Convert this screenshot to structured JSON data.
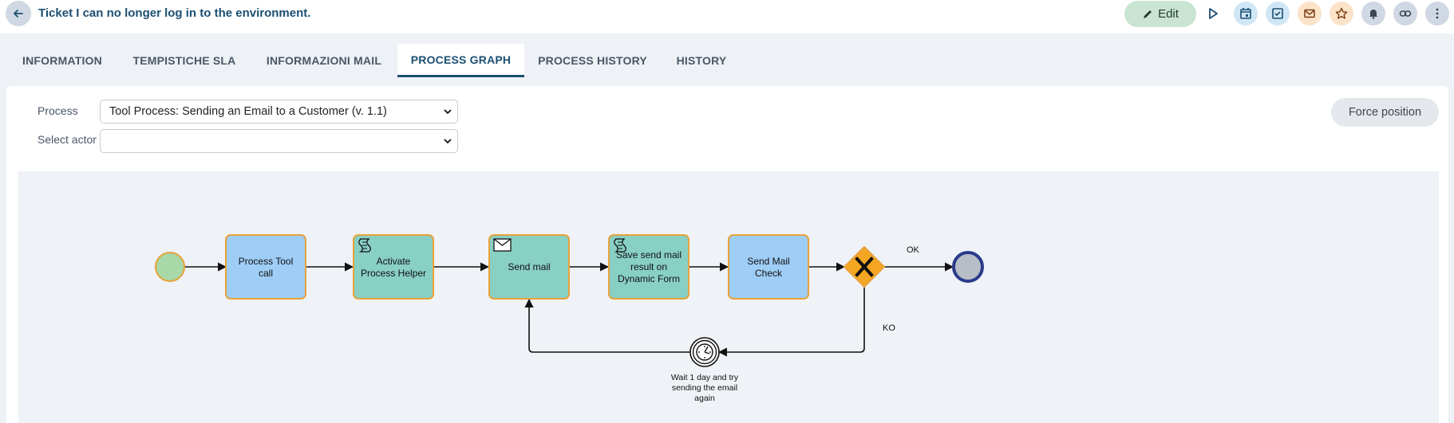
{
  "header": {
    "title": "Ticket I can no longer log in to the environment.",
    "edit_label": "Edit",
    "actions": [
      {
        "icon": "play-icon",
        "color": "#ffffff"
      },
      {
        "icon": "calendar-icon",
        "color": "#cfe6f5"
      },
      {
        "icon": "checklist-icon",
        "color": "#cfe6f5"
      },
      {
        "icon": "mail-icon",
        "color": "#fbe3c9"
      },
      {
        "icon": "star-icon",
        "color": "#fbe3c9"
      },
      {
        "icon": "bell-icon",
        "color": "#cfd8e3"
      },
      {
        "icon": "link-icon",
        "color": "#cfd8e3"
      },
      {
        "icon": "more-icon",
        "color": "#cfd8e3"
      }
    ]
  },
  "tabs": [
    {
      "label": "INFORMATION",
      "active": false
    },
    {
      "label": "TEMPISTICHE SLA",
      "active": false
    },
    {
      "label": "INFORMAZIONI MAIL",
      "active": false
    },
    {
      "label": "PROCESS GRAPH",
      "active": true
    },
    {
      "label": "PROCESS HISTORY",
      "active": false
    },
    {
      "label": "HISTORY",
      "active": false
    }
  ],
  "form": {
    "process_label": "Process",
    "process_value": "Tool Process: Sending an Email to a Customer (v. 1.1)",
    "actor_label": "Select actor",
    "actor_value": "",
    "force_position_label": "Force position"
  },
  "graph": {
    "tasks": [
      {
        "id": "process-tool-call",
        "lines": [
          "Process Tool",
          "call"
        ],
        "fill": "#9ecdf5",
        "marker": "none"
      },
      {
        "id": "activate-process-helper",
        "lines": [
          "Activate",
          "Process Helper"
        ],
        "fill": "#88cfc4",
        "marker": "script"
      },
      {
        "id": "send-mail",
        "lines": [
          "Send mail"
        ],
        "fill": "#88cfc4",
        "marker": "mail"
      },
      {
        "id": "save-send-mail-result",
        "lines": [
          "Save send mail",
          "result on",
          "Dynamic Form"
        ],
        "fill": "#88cfc4",
        "marker": "script"
      },
      {
        "id": "send-mail-check",
        "lines": [
          "Send Mail",
          "Check"
        ],
        "fill": "#9ecdf5",
        "marker": "none"
      }
    ],
    "gateway_ok_label": "OK",
    "gateway_ko_label": "KO",
    "timer_label_lines": [
      "Wait 1 day and try",
      "sending the email",
      "again"
    ],
    "colors": {
      "border": "#e8a23a",
      "start_fill": "#a8d8a8",
      "end_fill": "#b8bec8",
      "end_stroke": "#2a3a8c",
      "gateway_fill": "#f5a623"
    }
  }
}
